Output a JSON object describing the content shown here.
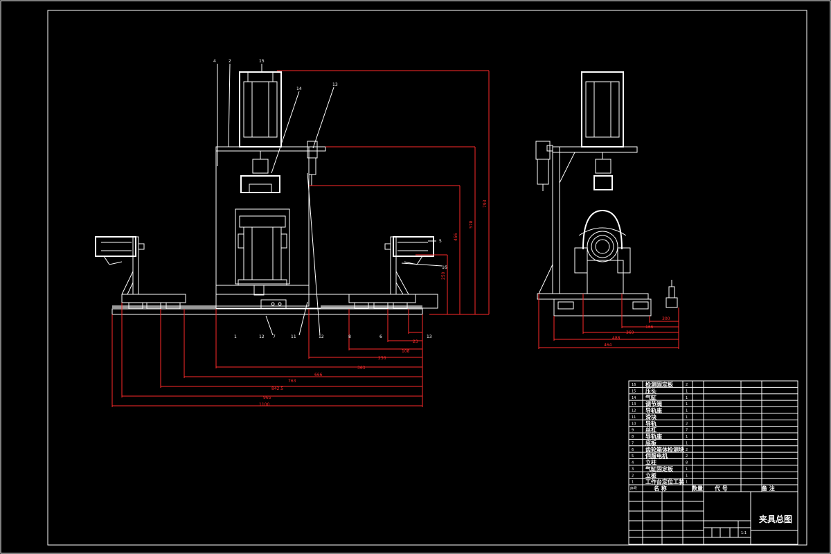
{
  "drawing": {
    "title": "夹具总图",
    "scale": "1:1"
  },
  "parts": [
    {
      "no": "16",
      "name": "检测固定板",
      "qty": "2"
    },
    {
      "no": "15",
      "name": "压头",
      "qty": "1"
    },
    {
      "no": "14",
      "name": "气缸",
      "qty": "1"
    },
    {
      "no": "13",
      "name": "调节阀",
      "qty": "1"
    },
    {
      "no": "12",
      "name": "导轨座",
      "qty": "1"
    },
    {
      "no": "11",
      "name": "滑块",
      "qty": "1"
    },
    {
      "no": "10",
      "name": "导轨",
      "qty": "2"
    },
    {
      "no": "9",
      "name": "丝杠",
      "qty": "7"
    },
    {
      "no": "8",
      "name": "导轨座",
      "qty": "1"
    },
    {
      "no": "7",
      "name": "底板",
      "qty": "1"
    },
    {
      "no": "6",
      "name": "齿轮箱体检测块",
      "qty": "2"
    },
    {
      "no": "5",
      "name": "伺服电机",
      "qty": "2"
    },
    {
      "no": "4",
      "name": "立柱",
      "qty": "8"
    },
    {
      "no": "3",
      "name": "气缸固定板",
      "qty": "1"
    },
    {
      "no": "2",
      "name": "立板",
      "qty": "1"
    },
    {
      "no": "1",
      "name": "工作台定位工装",
      "qty": "1"
    }
  ],
  "table_headers": {
    "seq": "序号",
    "name": "名 称",
    "qty": "数量",
    "code": "代 号",
    "remark": "备 注"
  },
  "front_view": {
    "balloons": [
      "4",
      "2",
      "15",
      "14",
      "13",
      "5",
      "16",
      "1",
      "12",
      "7",
      "11",
      "12",
      "8",
      "6",
      "13"
    ],
    "dims_horizontal": [
      "23",
      "108",
      "256",
      "363",
      "666",
      "763",
      "842.5",
      "965",
      "1100"
    ],
    "dims_vertical": [
      "250",
      "456",
      "578",
      "793"
    ]
  },
  "side_view": {
    "dims_horizontal": [
      "300",
      "166",
      "369",
      "488",
      "464"
    ]
  }
}
